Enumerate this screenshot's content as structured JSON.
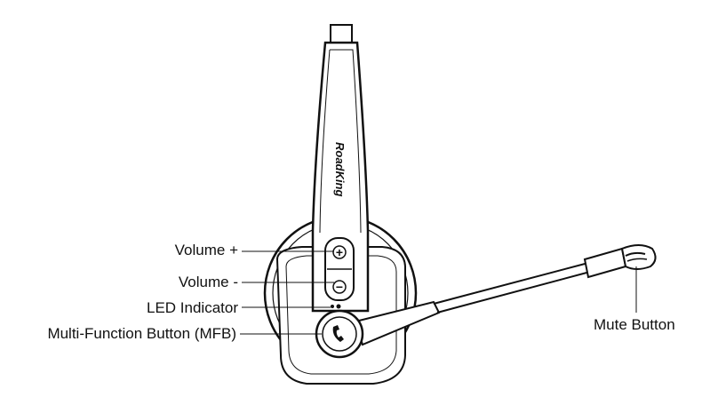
{
  "diagram": {
    "brand": "RoadKing",
    "labels": {
      "volume_up": "Volume +",
      "volume_down": "Volume -",
      "led": "LED Indicator",
      "mfb": "Multi-Function Button (MFB)",
      "mute": "Mute Button"
    },
    "button_symbols": {
      "plus": "+",
      "minus": "−"
    }
  }
}
